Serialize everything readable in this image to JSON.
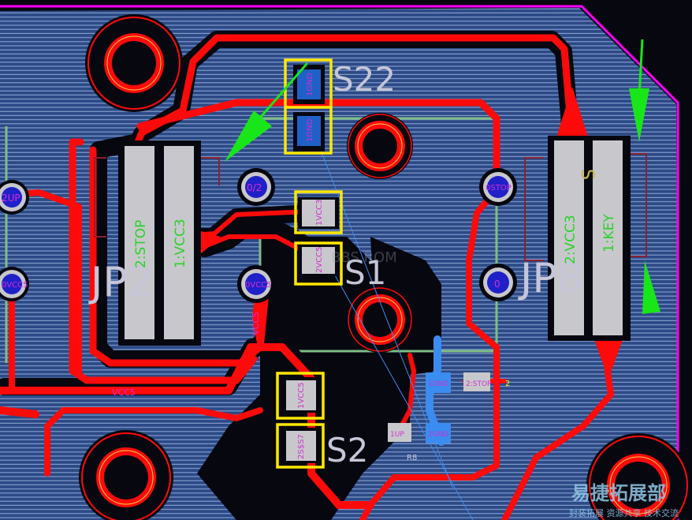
{
  "colors": {
    "background": "#07070f",
    "copper_pour": "#2c4a86",
    "hatch_line": "#7f97c6",
    "red_trace": "#ff0a0a",
    "silkscreen": "#c6c6d8",
    "pad": "#c8c8cc",
    "highlight_yellow": "#ffe800",
    "keepout_magenta": "#ff00ff",
    "green_arrow": "#19e619",
    "pad_net_text": "#d030d0",
    "pin_text_green": "#28d228",
    "via_blue": "#2020c8",
    "bottom_layer_blue": "#3a8cf0",
    "board_outline_green": "#7ebd86",
    "watermark": "#90c8e8"
  },
  "designators": {
    "s22": "S22",
    "s1": "S1",
    "s2": "S2",
    "jp2": "JP2",
    "jp8": "JP8",
    "s22_overlay": "S"
  },
  "pad_labels": {
    "s22_top": "1GND",
    "s22_bottom": "1GND",
    "s1_top": "1VCC3",
    "s1_bottom": "2VCC5",
    "s2_top": "1VCC5",
    "s2_bottom": "2S$S7",
    "jp2_pin2": "2:STOP",
    "jp2_pin1": "1:VCC3",
    "jp8_pin2": "2:VCC3",
    "jp8_pin1": "1:KEY",
    "r8_pad1": "1GND",
    "r8_pad2": "2GND",
    "stop_pad": "2:STOP",
    "up_pad": "1UP",
    "r8_side": "2",
    "r8_name": "R8"
  },
  "via_labels": {
    "left_up": "2UP",
    "left_vcc5": "0VCC5",
    "mid_top": "0/2",
    "mid_vcc5": "0VCC5",
    "right_stop": "0STOP",
    "right_0": "0"
  },
  "trace_labels": {
    "vcc5_vertical": "VCC5",
    "vcc5_horizontal": "VCC5"
  },
  "watermark": {
    "title": "易捷拓展部",
    "subtitle": "封装拓展 资源共享 技术交流",
    "faint": "BBS.ROM"
  }
}
